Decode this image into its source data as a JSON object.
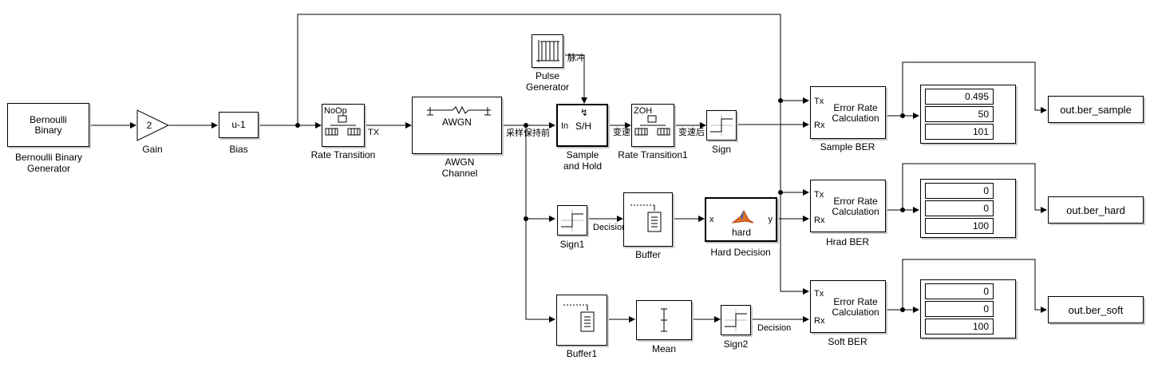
{
  "blocks": {
    "bernoulli": {
      "text": "Bernoulli\nBinary",
      "label": "Bernoulli Binary\nGenerator"
    },
    "gain": {
      "value": "2",
      "label": "Gain"
    },
    "bias": {
      "text": "u-1",
      "label": "Bias"
    },
    "rate_transition": {
      "mode": "NoOp",
      "label": "Rate Transition"
    },
    "awgn": {
      "text": "AWGN",
      "label": "AWGN\nChannel"
    },
    "pulse": {
      "label": "Pulse\nGenerator"
    },
    "sample_hold": {
      "in_port": "In",
      "text": "S/H",
      "label": "Sample\nand Hold"
    },
    "rate_transition1": {
      "mode": "ZOH",
      "label": "Rate Transition1"
    },
    "sign": {
      "label": "Sign"
    },
    "sign1": {
      "label": "Sign1"
    },
    "buffer": {
      "label": "Buffer"
    },
    "hard_decision": {
      "in_port": "x",
      "out_port": "y",
      "text": "hard",
      "label": "Hard Decision"
    },
    "buffer1": {
      "label": "Buffer1"
    },
    "mean": {
      "label": "Mean"
    },
    "sign2": {
      "label": "Sign2"
    },
    "sample_ber": {
      "tx": "Tx",
      "rx": "Rx",
      "text": "Error Rate\nCalculation",
      "label": "Sample BER"
    },
    "hrad_ber": {
      "tx": "Tx",
      "rx": "Rx",
      "text": "Error Rate\nCalculation",
      "label": "Hrad BER"
    },
    "soft_ber": {
      "tx": "Tx",
      "rx": "Rx",
      "text": "Error Rate\nCalculation",
      "label": "Soft BER"
    }
  },
  "displays": {
    "sample": [
      "0.495",
      "50",
      "101"
    ],
    "hard": [
      "0",
      "0",
      "100"
    ],
    "soft": [
      "0",
      "0",
      "100"
    ]
  },
  "outputs": {
    "sample": "out.ber_sample",
    "hard": "out.ber_hard",
    "soft": "out.ber_soft"
  },
  "signals": {
    "tx": "TX",
    "pulse": "脉冲",
    "before_sh": "采样保持前",
    "before_rate": "变速前",
    "after_rate": "变速后",
    "decision1": "Decision",
    "decision2": "Decision"
  }
}
